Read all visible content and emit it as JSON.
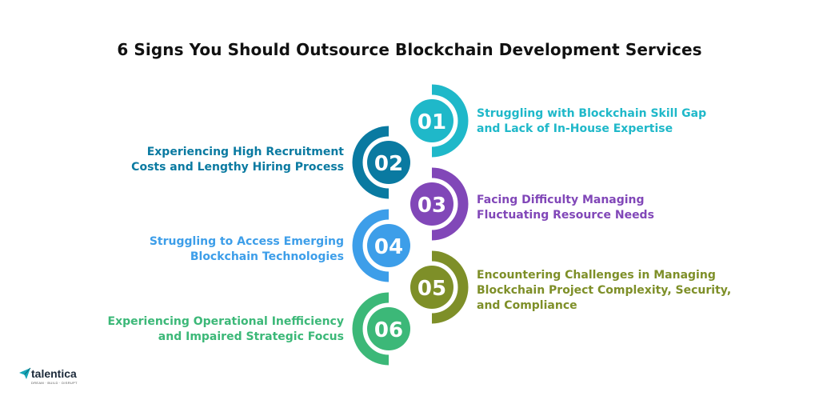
{
  "title": "6 Signs You Should Outsource Blockchain Development Services",
  "steps": [
    {
      "number": "01",
      "lines": [
        "Struggling with Blockchain Skill Gap",
        "and Lack of In-House Expertise"
      ],
      "color": "#1fb8c9"
    },
    {
      "number": "02",
      "lines": [
        "Experiencing High Recruitment",
        "Costs and Lengthy Hiring Process"
      ],
      "color": "#0a7aa1"
    },
    {
      "number": "03",
      "lines": [
        "Facing Difficulty Managing",
        "Fluctuating Resource Needs"
      ],
      "color": "#8147b8"
    },
    {
      "number": "04",
      "lines": [
        "Struggling to Access Emerging",
        "Blockchain Technologies"
      ],
      "color": "#3d9ee9"
    },
    {
      "number": "05",
      "lines": [
        "Encountering Challenges in Managing",
        "Blockchain Project Complexity, Security,",
        "and Compliance"
      ],
      "color": "#7e8f28"
    },
    {
      "number": "06",
      "lines": [
        "Experiencing Operational Inefficiency",
        "and Impaired Strategic Focus"
      ],
      "color": "#3cb878"
    }
  ],
  "logo": {
    "name": "talentica",
    "tagline": "DREAM · BUILD · DISRUPT",
    "icon": "paper-plane-icon"
  }
}
